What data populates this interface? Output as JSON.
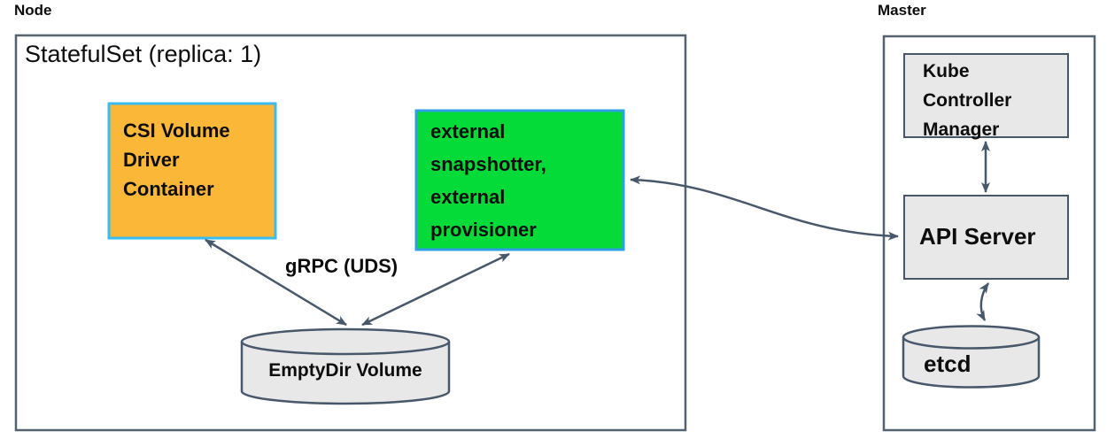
{
  "colors": {
    "line": "#47586B",
    "outer_border": "#55626F",
    "gray_fill": "#E8E8E8",
    "white_fill": "#FFFFFF",
    "orange_fill": "#FBB838",
    "orange_border": "#3ABDEE",
    "green_fill": "#05DB38",
    "green_border": "#2E9FE5",
    "none": "none"
  },
  "node": {
    "title": "Node",
    "statefulset_title": "StatefulSet (replica: 1)",
    "csi_driver_box": {
      "lines": [
        "CSI Volume",
        "Driver",
        "Container"
      ]
    },
    "sidecar_box": {
      "lines": [
        "external",
        "snapshotter,",
        "external",
        "provisioner"
      ]
    },
    "grpc_label": "gRPC (UDS)",
    "emptydir_volume": {
      "label": "EmptyDir Volume"
    }
  },
  "master": {
    "title": "Master",
    "kube_controller_manager": {
      "lines": [
        "Kube",
        "Controller",
        "Manager"
      ]
    },
    "api_server": {
      "label": "API Server"
    },
    "etcd": {
      "label": "etcd"
    }
  }
}
